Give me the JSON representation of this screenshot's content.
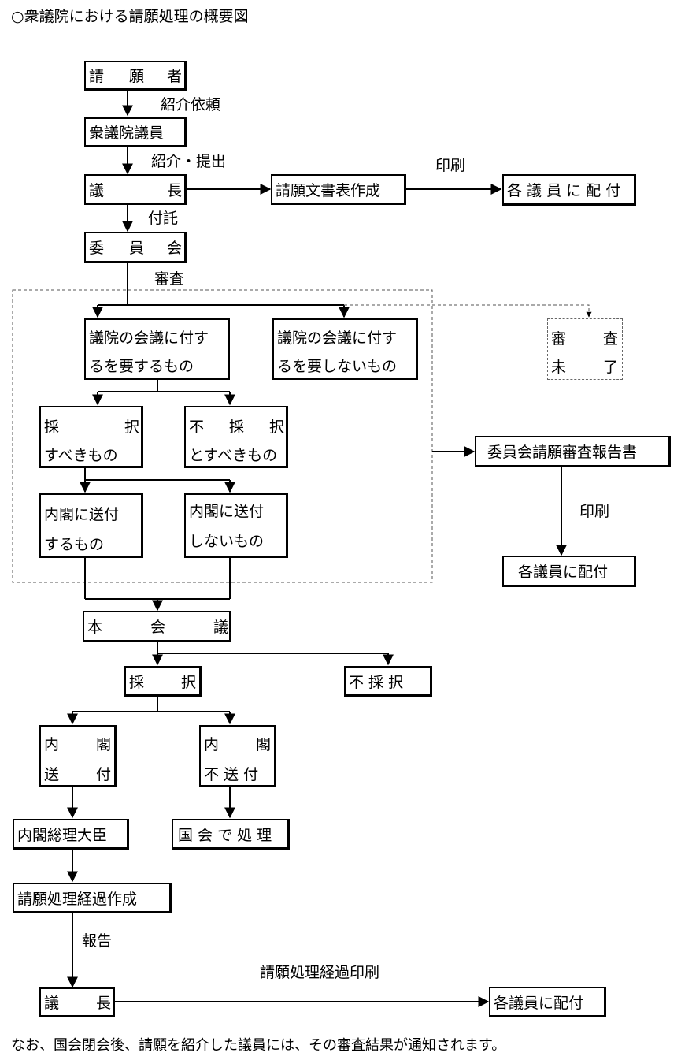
{
  "title": "○衆議院における請願処理の概要図",
  "footnote": "なお、国会閉会後、請願を紹介した議員には、その審査結果が通知されます。",
  "labels": {
    "l1": "紹介依頼",
    "l2": "紹介・提出",
    "l3": "印刷",
    "l4": "付託",
    "l5": "審査",
    "l6": "印刷",
    "l7": "報告",
    "l8": "請願処理経過印刷"
  },
  "boxes": {
    "seigansha": [
      "請",
      "願",
      "者"
    ],
    "shugiin_giin": "衆議院議員",
    "gicho1": [
      "議",
      "長"
    ],
    "bunsho": "請願文書表作成",
    "haifu1": "各 議 員 に 配 付",
    "iinkai": [
      "委",
      "員",
      "会"
    ],
    "kaigi_yo": [
      "議院の会議に付す",
      "るを要するもの"
    ],
    "kaigi_fuyo": [
      "議院の会議に付す",
      "るを要しないもの"
    ],
    "mirou": [
      "審",
      "査",
      "未",
      "了"
    ],
    "saitaku_subeki": [
      "採",
      "択",
      "すべきもの"
    ],
    "fusaitaku_subeki": [
      "不",
      "採",
      "択",
      "とすべきもの"
    ],
    "naikaku_soufu_suru": [
      "内閣に送付",
      "するもの"
    ],
    "naikaku_soufu_shinai": [
      "内閣に送付",
      "しないもの"
    ],
    "hokokusho": "委員会請願審査報告書",
    "haifu2": "各議員に配付",
    "honkaigi": [
      "本",
      "会",
      "議"
    ],
    "saitaku": [
      "採",
      "択"
    ],
    "fusaitaku": "不 採 択",
    "soufu": [
      "内",
      "閣",
      "送",
      "付"
    ],
    "fusoufu": [
      "内",
      "閣",
      "不 送 付"
    ],
    "sori": "内閣総理大臣",
    "kokkai": "国 会 で 処 理",
    "keika": "請願処理経過作成",
    "gicho2": [
      "議",
      "長"
    ],
    "haifu3": "各議員に配付"
  }
}
